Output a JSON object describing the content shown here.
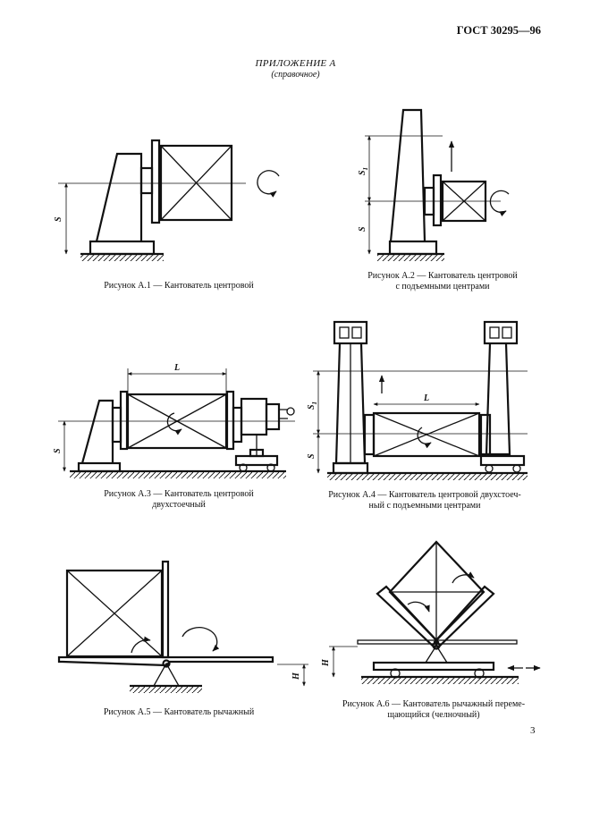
{
  "header": {
    "standard": "ГОСТ 30295—96"
  },
  "appendix": {
    "title": "ПРИЛОЖЕНИЕ А",
    "subtitle": "(справочное)"
  },
  "figures": [
    {
      "caption": "Рисунок А.1 — Кантователь центровой"
    },
    {
      "caption_line1": "Рисунок А.2 — Кантователь центровой",
      "caption_line2": "с подъемными центрами"
    },
    {
      "caption_line1": "Рисунок А.3 — Кантователь центровой",
      "caption_line2": "двухстоечный"
    },
    {
      "caption_line1": "Рисунок А.4 — Кантователь центровой двухстоеч-",
      "caption_line2": "ный с подъемными центрами"
    },
    {
      "caption": "Рисунок А.5 — Кантователь рычажный"
    },
    {
      "caption_line1": "Рисунок А.6 — Кантователь рычажный переме-",
      "caption_line2": "щающийся (челночный)"
    }
  ],
  "labels": {
    "s": "S",
    "s1": "S",
    "s1_sub": "1",
    "l": "L",
    "h": "H"
  },
  "page_number": "3"
}
